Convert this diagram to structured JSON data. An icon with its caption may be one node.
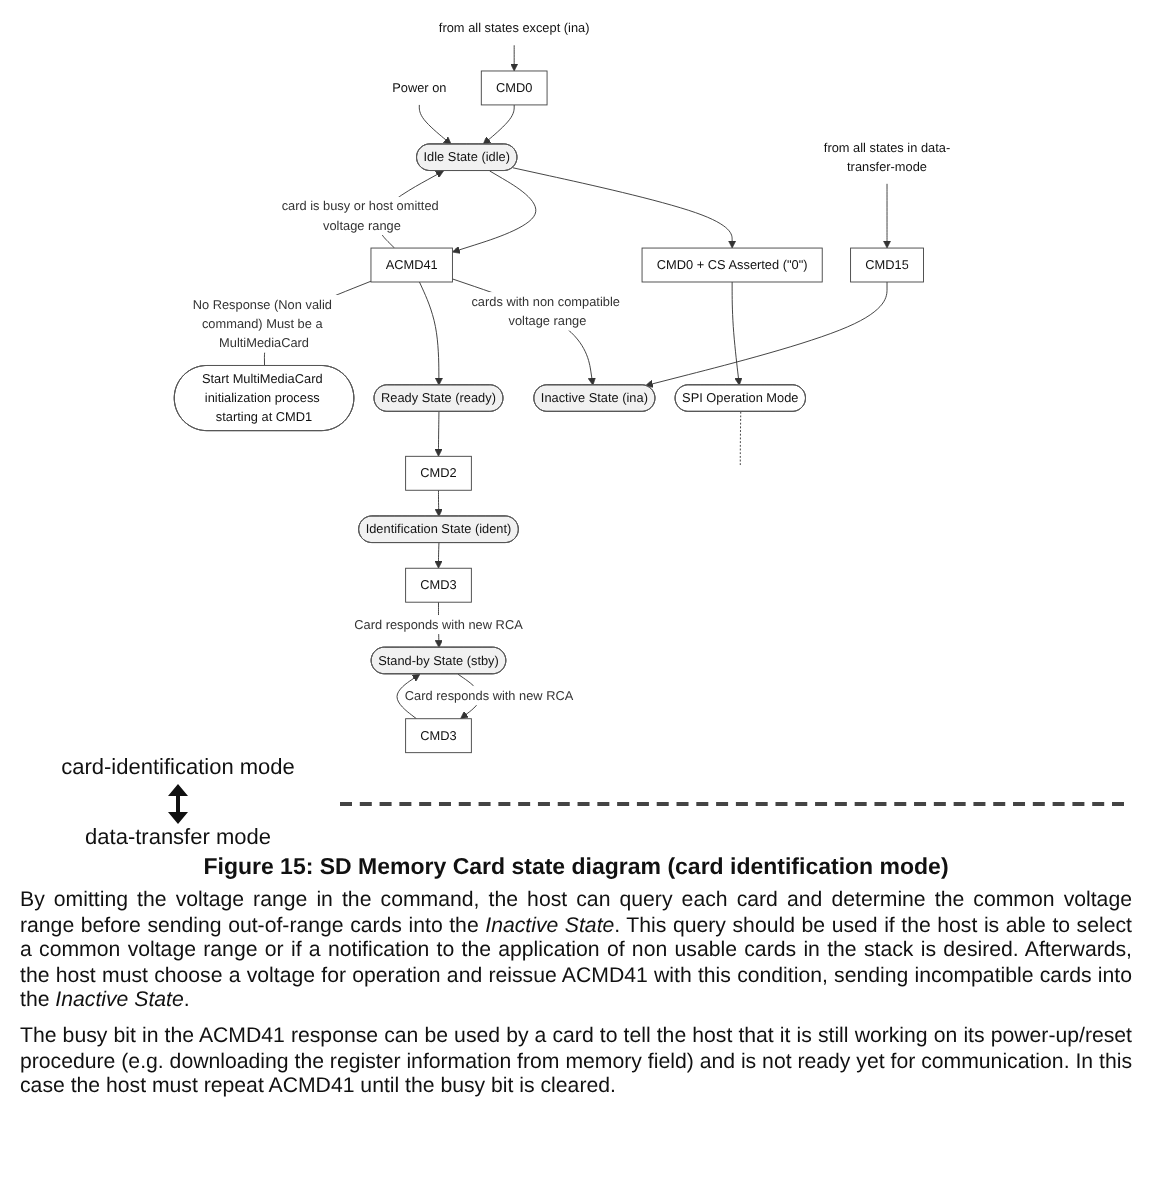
{
  "diagram": {
    "caption": "Figure 15: SD Memory Card state diagram (card identification mode)",
    "nodes": [
      {
        "text": [
          "Power on"
        ]
      },
      {
        "text": [
          "SPI Operation Mode"
        ]
      },
      {
        "text": [
          "CMD0 + CS Asserted (\"0\")"
        ]
      },
      {
        "text": [
          "Idle State (idle)"
        ]
      },
      {
        "text": [
          "CMD0"
        ]
      },
      {
        "text": [
          "from all states except (ina)"
        ]
      },
      {
        "text": [
          "ACMD41"
        ]
      },
      {
        "text": [
          "Inactive State (ina)"
        ]
      },
      {
        "text": [
          "CMD15"
        ]
      },
      {
        "text": [
          "Ready State (ready)"
        ]
      },
      {
        "text": [
          "CMD2"
        ]
      },
      {
        "text": [
          "Start MultiMediaCard initialization process starting at CMD1"
        ]
      },
      {
        "text": [
          "Identification State (ident)"
        ]
      },
      {
        "text": [
          "CMD3"
        ]
      },
      {
        "text": [
          "Stand-by State (stby)"
        ]
      },
      {
        "text": [
          "CMD3"
        ]
      },
      {
        "text": [
          "from all states in data-transfer-mode"
        ]
      }
    ],
    "edges": [
      {
        "from": 0,
        "to": 3,
        "arrow": "to"
      },
      {
        "from": 3,
        "to": 2,
        "arrow": "to"
      },
      {
        "from": 2,
        "to": 1,
        "arrow": "to"
      },
      {
        "from": 1,
        "to": null,
        "arrow": "none",
        "style": "dashed"
      },
      {
        "from": 5,
        "to": 4,
        "arrow": "to"
      },
      {
        "from": 4,
        "to": 3,
        "arrow": "to"
      },
      {
        "from": 3,
        "to": 6,
        "arrow": "to"
      },
      {
        "from": 6,
        "to": 3,
        "arrow": "to",
        "label": "card is busy or host omitted voltage range"
      },
      {
        "from": 6,
        "to": 7,
        "arrow": "to",
        "label": "cards with non compatible voltage range"
      },
      {
        "from": 8,
        "to": 7,
        "arrow": "to"
      },
      {
        "from": 16,
        "to": 8,
        "arrow": "to"
      },
      {
        "from": 6,
        "to": 9,
        "arrow": "to"
      },
      {
        "from": 6,
        "to": 11,
        "arrow": "none",
        "label": "No Response (Non valid command) Must be a MultiMediaCard"
      },
      {
        "from": 9,
        "to": 10,
        "arrow": "to"
      },
      {
        "from": 10,
        "to": 12,
        "arrow": "to"
      },
      {
        "from": 12,
        "to": 13,
        "arrow": "to"
      },
      {
        "from": 13,
        "to": 14,
        "arrow": "to",
        "label": "Card responds with new RCA"
      },
      {
        "from": 14,
        "to": 15,
        "arrow": "to",
        "label": "Card responds with new RCA"
      },
      {
        "from": 15,
        "to": 14,
        "arrow": "to"
      }
    ],
    "labels": [
      "card-identification mode",
      "data-transfer mode",
      "By omitting the voltage range in the command, the host can query each card and determine the common voltage range before sending out-of-range cards into the *Inactive State*. This query should be used if the host is able to select a common voltage range or if a notification to the application of non usable cards in the stack is desired. Afterwards, the host must choose a voltage for operation and reissue ACMD41 with this condition, sending incompatible cards into the *Inactive State*.",
      "The busy bit in the ACMD41 response can be used by a card to tell the host that it is still working on its power-up/reset procedure (e.g. downloading the register information from memory field) and is not ready yet for communication. In this case the host must repeat ACMD41 until the busy bit is cleared."
    ]
  }
}
